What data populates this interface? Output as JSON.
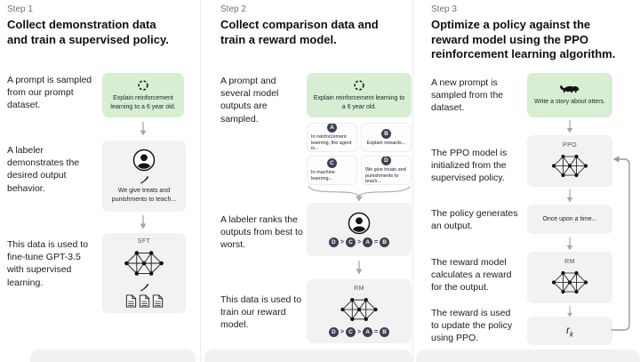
{
  "figure_title": "RLHF training diagram",
  "colors": {
    "background": "#ffffff",
    "prompt_box_green": "#d7eed3",
    "process_box_gray": "#f2f2f3",
    "rank_circle": "#3b4153",
    "heading_text": "#101014",
    "step_label_text": "#6e6e80",
    "arrow_gray": "#a6a6ad"
  },
  "steps": [
    {
      "label": "Step 1",
      "heading": "Collect demonstration data and train a supervised policy.",
      "row1_text": "A prompt is sampled from our prompt dataset.",
      "prompt_box": "Explain reinforcement learning to a 6 year old.",
      "row2_text": "A labeler demonstrates the desired output behavior.",
      "labeler_box": "We give treats and punishments to teach...",
      "row3_text": "This data is used to fine-tune GPT-3.5 with supervised learning.",
      "model_label": "SFT"
    },
    {
      "label": "Step 2",
      "heading": "Collect comparison data and train a reward model.",
      "row1_text": "A prompt and several model outputs are sampled.",
      "prompt_box": "Explain reinforcement learning to a 6 year old.",
      "outputs": [
        {
          "id": "A",
          "text": "In reinforcement learning, the agent is..."
        },
        {
          "id": "B",
          "text": "Explain rewards..."
        },
        {
          "id": "C",
          "text": "In machine learning..."
        },
        {
          "id": "D",
          "text": "We give treats and punishments to teach..."
        }
      ],
      "row2_text": "A labeler ranks the outputs from best to worst.",
      "ranking": {
        "order": [
          "D",
          "C",
          "A",
          "B"
        ],
        "seps": [
          ">",
          ">",
          "="
        ]
      },
      "row3_text": "This data is used to train our reward model.",
      "model_label": "RM"
    },
    {
      "label": "Step 3",
      "heading": "Optimize a policy against the reward model using the PPO reinforcement learning algorithm.",
      "row1_text": "A new prompt is sampled from the dataset.",
      "prompt_box": "Write a story about otters.",
      "row2_text": "The PPO model is initialized from the supervised policy.",
      "ppo_label": "PPO",
      "row3_text": "The policy generates an output.",
      "output_box": "Once upon a time...",
      "row4_text": "The reward model calculates a reward for the output.",
      "rm_label": "RM",
      "row5_text": "The reward is used to update the policy using PPO.",
      "reward_base": "r",
      "reward_sub": "k"
    }
  ]
}
